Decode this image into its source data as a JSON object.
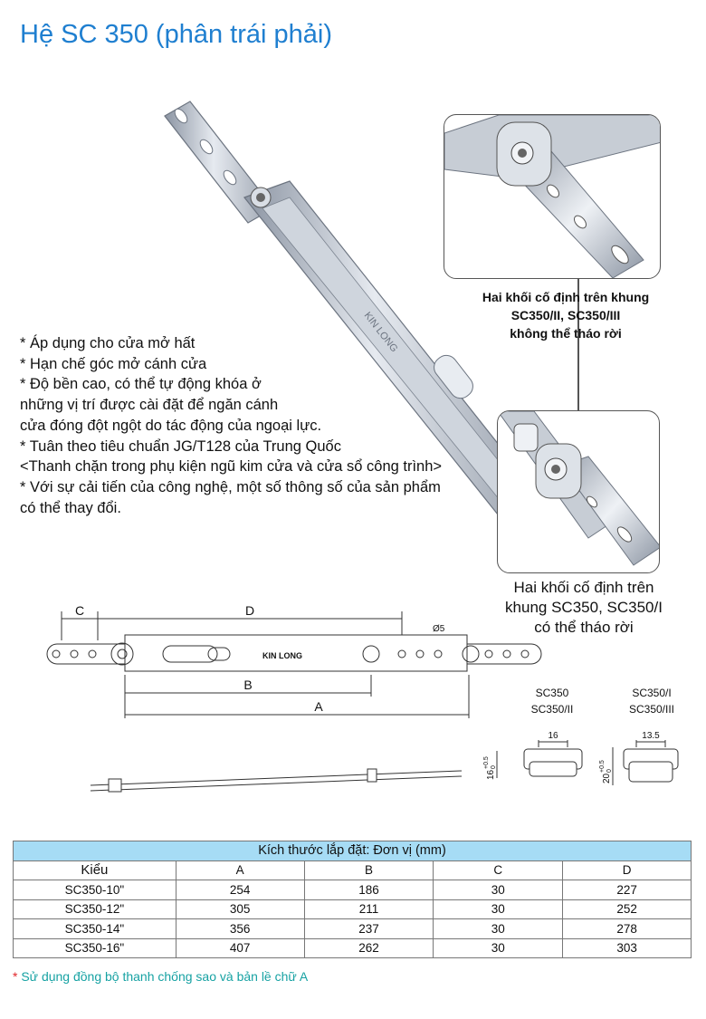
{
  "title": "Hệ SC 350 (phân trái phải)",
  "brand_mark": "KIN LONG",
  "features": [
    "* Áp dụng cho cửa mở hất",
    "* Hạn chế góc mở cánh cửa",
    "* Độ bền cao, có thể tự động khóa ở",
    "những vị trí được cài đặt để ngăn cánh",
    "cửa đóng đột ngột do tác động của ngoại lực.",
    "* Tuân theo tiêu chuẩn JG/T128 của Trung Quốc",
    "<Thanh chặn trong phụ kiện ngũ kim cửa và cửa sổ công trình>",
    "* Với sự cải tiến của công nghệ, một số thông số của sản phẩm",
    " có thể thay đổi."
  ],
  "caption_top": [
    "Hai khối cố định trên khung",
    "SC350/II, SC350/III",
    "không thể tháo rời"
  ],
  "caption_bottom": [
    "Hai khối cố định trên",
    "khung SC350, SC350/I",
    "có thể tháo rời"
  ],
  "drawing": {
    "dim_c": "C",
    "dim_d": "D",
    "dim_b": "B",
    "dim_a": "A",
    "hole": "Ø5",
    "brand": "KIN LONG"
  },
  "profiles": {
    "left_models": [
      "SC350",
      "SC350/II"
    ],
    "right_models": [
      "SC350/I",
      "SC350/III"
    ],
    "left_width": "16",
    "right_width": "13.5",
    "left_height": "16",
    "right_height": "20",
    "tol_plus": "+0.5",
    "tol_zero": "0"
  },
  "table": {
    "title": "Kích thước lắp đặt: Đơn vị (mm)",
    "columns": [
      "Kiểu",
      "A",
      "B",
      "C",
      "D"
    ],
    "rows": [
      [
        "SC350-10\"",
        "254",
        "186",
        "30",
        "227"
      ],
      [
        "SC350-12\"",
        "305",
        "211",
        "30",
        "252"
      ],
      [
        "SC350-14\"",
        "356",
        "237",
        "30",
        "278"
      ],
      [
        "SC350-16\"",
        "407",
        "262",
        "30",
        "303"
      ]
    ]
  },
  "footnote": {
    "star": "*",
    "text": "Sử dụng đồng bộ thanh chống sao và bản lề chữ A"
  },
  "colors": {
    "title": "#1f7fd0",
    "table_header": "#a6dcf5",
    "footnote": "#17a2a3",
    "footnote_star": "#e1252a"
  }
}
